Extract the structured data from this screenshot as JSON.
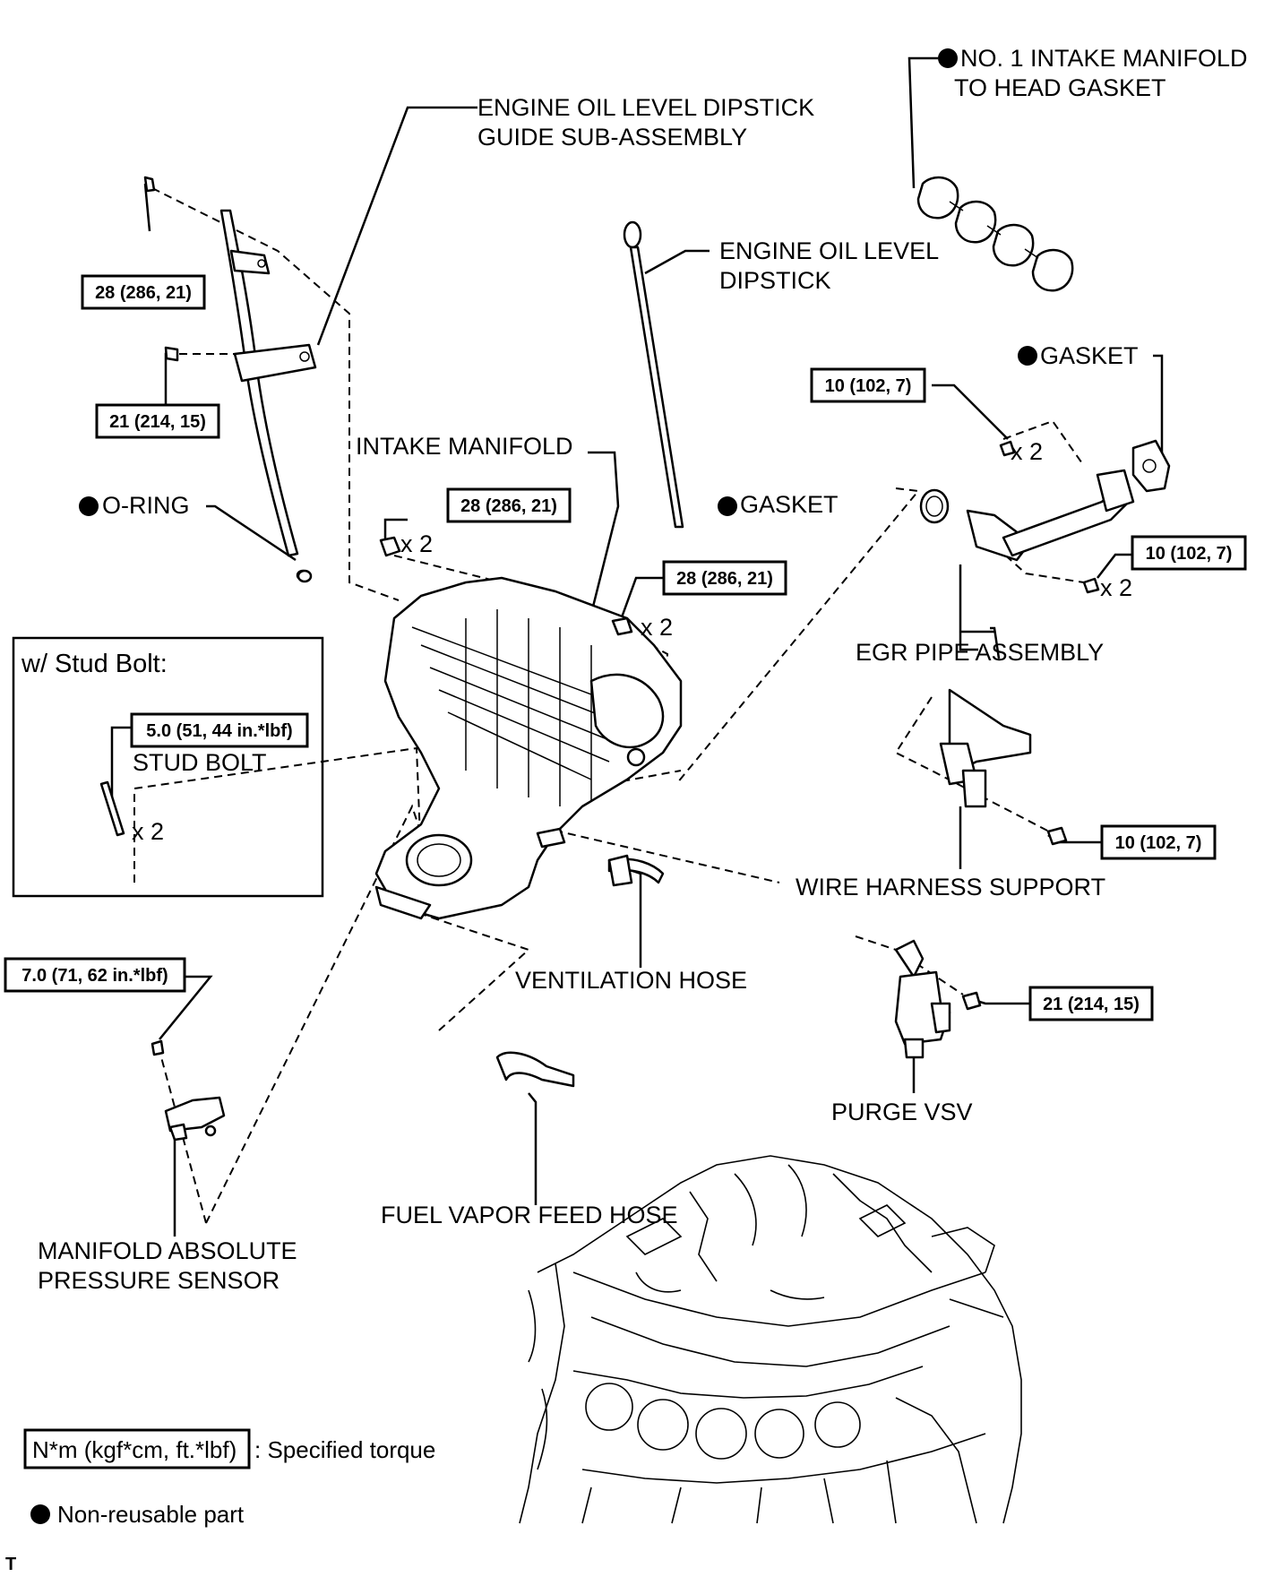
{
  "labels": {
    "intake_gasket_line1": "NO. 1 INTAKE MANIFOLD",
    "intake_gasket_line2": "TO HEAD GASKET",
    "dipstick_guide_line1": "ENGINE OIL LEVEL DIPSTICK",
    "dipstick_guide_line2": "GUIDE SUB-ASSEMBLY",
    "dipstick_line1": "ENGINE OIL LEVEL",
    "dipstick_line2": "DIPSTICK",
    "gasket_right": "GASKET",
    "gasket_center": "GASKET",
    "intake_manifold": "INTAKE MANIFOLD",
    "o_ring": "O-RING",
    "egr_pipe": "EGR PIPE ASSEMBLY",
    "stud_bolt_title": "w/ Stud Bolt:",
    "stud_bolt": "STUD BOLT",
    "wire_harness_support": "WIRE HARNESS SUPPORT",
    "ventilation_hose": "VENTILATION HOSE",
    "purge_vsv": "PURGE VSV",
    "fuel_vapor_feed_hose": "FUEL VAPOR FEED HOSE",
    "map_sensor_line1": "MANIFOLD ABSOLUTE",
    "map_sensor_line2": "PRESSURE SENSOR",
    "corner_mark": "T"
  },
  "quantities": {
    "manifold_bolts": "x 2",
    "manifold_nuts": "x 2",
    "egr_upper_bolts": "x 2",
    "egr_lower_bolts": "x 2",
    "stud_bolts": "x 2"
  },
  "torques": {
    "guide_upper": "28 (286, 21)",
    "guide_lower": "21 (214, 15)",
    "manifold_left": "28 (286, 21)",
    "manifold_right": "28 (286, 21)",
    "egr_upper": "10 (102, 7)",
    "egr_lower": "10 (102, 7)",
    "stud_bolt": "5.0 (51, 44 in.*lbf)",
    "wire_harness": "10 (102, 7)",
    "purge_vsv": "21 (214, 15)",
    "map_sensor": "7.0 (71, 62 in.*lbf)"
  },
  "legend": {
    "torque_unit_box": "N*m (kgf*cm, ft.*lbf)",
    "torque_text": ": Specified torque",
    "non_reusable": "Non-reusable part"
  }
}
